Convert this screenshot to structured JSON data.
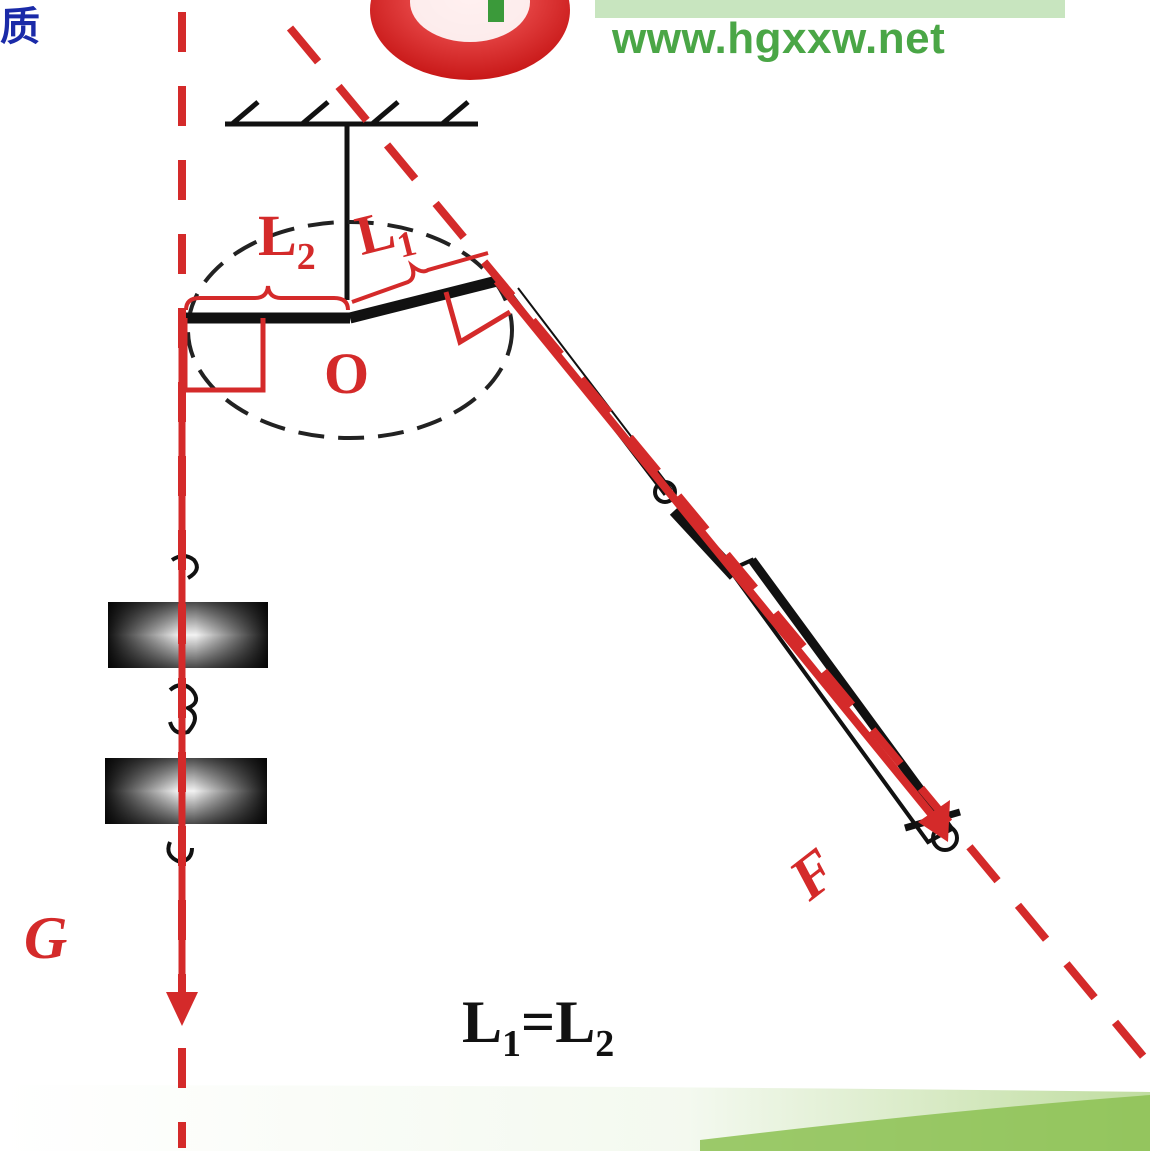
{
  "header": {
    "corner_char": "质",
    "logo_url": "www.hgxxw.net"
  },
  "diagram": {
    "pivot_label": "O",
    "arm_label_left": "L",
    "arm_label_left_sub": "2",
    "arm_label_right": "L",
    "arm_label_right_sub": "1",
    "force_weight_label": "G",
    "force_pull_label": "F",
    "equation": {
      "l1": "L",
      "sub1": "1",
      "eq": "=L",
      "sub2": "2"
    }
  },
  "colors": {
    "accent_red": "#d42a2a",
    "logo_green": "#4aa646",
    "corner_blue": "#1a2aa8",
    "footer_green": "#8cc152"
  }
}
